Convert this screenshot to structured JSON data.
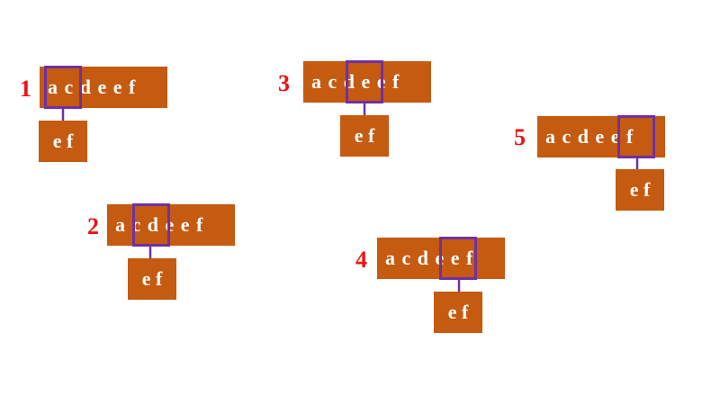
{
  "steps": [
    {
      "number": "1",
      "text": "a c d e e f",
      "pattern": "e f"
    },
    {
      "number": "2",
      "text": "a c d e e f",
      "pattern": "e f"
    },
    {
      "number": "3",
      "text": "a c d e e f",
      "pattern": "e f"
    },
    {
      "number": "4",
      "text": "a c d e e f",
      "pattern": "e f"
    },
    {
      "number": "5",
      "text": "a c d e e f",
      "pattern": "e f"
    }
  ],
  "colors": {
    "box": "#c55a11",
    "frame": "#7030a0",
    "number": "#ee1111",
    "text": "#ffffff"
  }
}
